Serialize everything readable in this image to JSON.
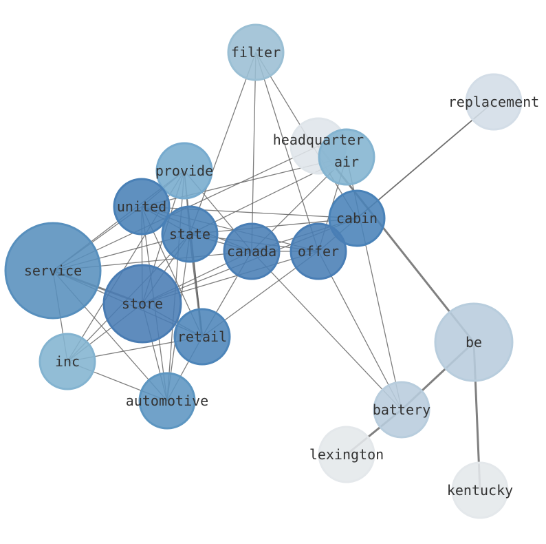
{
  "graph": {
    "nodes": [
      {
        "id": "filter",
        "label": "filter",
        "color": "#a6cde4",
        "size": 1
      },
      {
        "id": "replacement",
        "label": "replacement",
        "color": "#e3eef8",
        "size": 1
      },
      {
        "id": "headquarter",
        "label": "headquarter",
        "color": "#f0f6fc",
        "size": 1
      },
      {
        "id": "air",
        "label": "air",
        "color": "#8dc1e0",
        "size": 1
      },
      {
        "id": "provide",
        "label": "provide",
        "color": "#7fb7dd",
        "size": 1
      },
      {
        "id": "united",
        "label": "united",
        "color": "#4f8ac4",
        "size": 1
      },
      {
        "id": "cabin",
        "label": "cabin",
        "color": "#4f8cc6",
        "size": 1
      },
      {
        "id": "state",
        "label": "state",
        "color": "#4f8ac4",
        "size": 1
      },
      {
        "id": "canada",
        "label": "canada",
        "color": "#4f88c3",
        "size": 1
      },
      {
        "id": "offer",
        "label": "offer",
        "color": "#4e87c3",
        "size": 1
      },
      {
        "id": "service",
        "label": "service",
        "color": "#5e9acb",
        "size": 3
      },
      {
        "id": "store",
        "label": "store",
        "color": "#4e85c1",
        "size": 2
      },
      {
        "id": "retail",
        "label": "retail",
        "color": "#538fc7",
        "size": 1
      },
      {
        "id": "inc",
        "label": "inc",
        "color": "#8dc1e0",
        "size": 1
      },
      {
        "id": "automotive",
        "label": "automotive",
        "color": "#64a1d0",
        "size": 1
      },
      {
        "id": "be",
        "label": "be",
        "color": "#c6dcee",
        "size": 2
      },
      {
        "id": "battery",
        "label": "battery",
        "color": "#c6dcee",
        "size": 1
      },
      {
        "id": "lexington",
        "label": "lexington",
        "color": "#f5f9fd",
        "size": 1
      },
      {
        "id": "kentucky",
        "label": "kentucky",
        "color": "#f5f9fd",
        "size": 1
      }
    ],
    "edges": [
      [
        "filter",
        "state",
        1
      ],
      [
        "filter",
        "canada",
        1
      ],
      [
        "filter",
        "offer",
        1
      ],
      [
        "filter",
        "cabin",
        1
      ],
      [
        "headquarter",
        "be",
        2
      ],
      [
        "headquarter",
        "service",
        1
      ],
      [
        "air",
        "state",
        1
      ],
      [
        "air",
        "canada",
        1
      ],
      [
        "air",
        "offer",
        1
      ],
      [
        "air",
        "battery",
        1
      ],
      [
        "air",
        "united",
        1
      ],
      [
        "replacement",
        "cabin",
        1.5
      ],
      [
        "provide",
        "united",
        1
      ],
      [
        "provide",
        "service",
        1
      ],
      [
        "provide",
        "state",
        1
      ],
      [
        "provide",
        "store",
        1
      ],
      [
        "provide",
        "retail",
        1
      ],
      [
        "provide",
        "automotive",
        1
      ],
      [
        "provide",
        "inc",
        1
      ],
      [
        "provide",
        "canada",
        1
      ],
      [
        "united",
        "service",
        1
      ],
      [
        "united",
        "state",
        1
      ],
      [
        "united",
        "canada",
        1
      ],
      [
        "united",
        "cabin",
        1
      ],
      [
        "united",
        "offer",
        1
      ],
      [
        "united",
        "store",
        1
      ],
      [
        "united",
        "retail",
        1
      ],
      [
        "united",
        "automotive",
        1
      ],
      [
        "state",
        "service",
        1
      ],
      [
        "state",
        "canada",
        1
      ],
      [
        "state",
        "cabin",
        1
      ],
      [
        "state",
        "offer",
        1
      ],
      [
        "state",
        "store",
        1
      ],
      [
        "state",
        "retail",
        2
      ],
      [
        "state",
        "automotive",
        1
      ],
      [
        "state",
        "inc",
        1
      ],
      [
        "canada",
        "service",
        1
      ],
      [
        "canada",
        "store",
        1
      ],
      [
        "canada",
        "retail",
        1
      ],
      [
        "canada",
        "cabin",
        1
      ],
      [
        "canada",
        "offer",
        1
      ],
      [
        "canada",
        "battery",
        1
      ],
      [
        "offer",
        "store",
        1
      ],
      [
        "offer",
        "retail",
        1
      ],
      [
        "offer",
        "cabin",
        1
      ],
      [
        "offer",
        "battery",
        1
      ],
      [
        "cabin",
        "store",
        1
      ],
      [
        "service",
        "store",
        2
      ],
      [
        "service",
        "retail",
        1
      ],
      [
        "service",
        "inc",
        1
      ],
      [
        "service",
        "automotive",
        1
      ],
      [
        "store",
        "retail",
        1
      ],
      [
        "store",
        "inc",
        1
      ],
      [
        "store",
        "automotive",
        1
      ],
      [
        "retail",
        "inc",
        1
      ],
      [
        "retail",
        "automotive",
        1
      ],
      [
        "inc",
        "automotive",
        1
      ],
      [
        "be",
        "battery",
        2
      ],
      [
        "battery",
        "lexington",
        2
      ],
      [
        "be",
        "kentucky",
        2
      ]
    ]
  }
}
